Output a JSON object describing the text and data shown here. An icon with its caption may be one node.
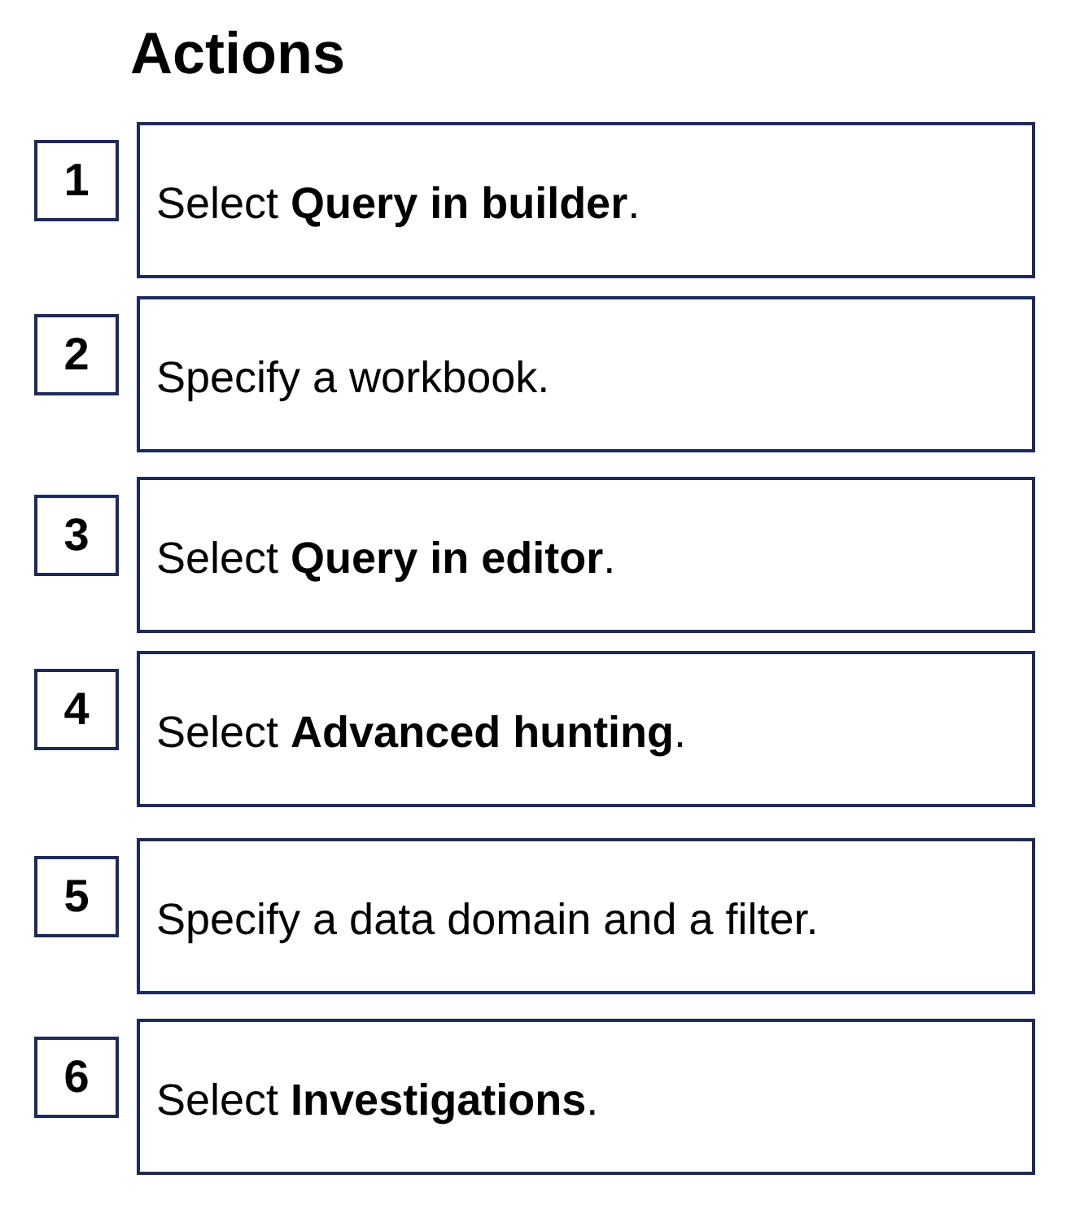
{
  "diagram": {
    "title": "Actions",
    "nodes": [
      {
        "text": [
          "1"
        ]
      },
      {
        "text": [
          "Select **Query in builder**."
        ]
      },
      {
        "text": [
          "2"
        ]
      },
      {
        "text": [
          "Specify a workbook."
        ]
      },
      {
        "text": [
          "3"
        ]
      },
      {
        "text": [
          "Select **Query in editor**."
        ]
      },
      {
        "text": [
          "4"
        ]
      },
      {
        "text": [
          "Select **Advanced hunting**."
        ]
      },
      {
        "text": [
          "5"
        ]
      },
      {
        "text": [
          "Specify a data domain and a filter."
        ]
      },
      {
        "text": [
          "6"
        ]
      },
      {
        "text": [
          "Select **Investigations**."
        ]
      }
    ],
    "edges": []
  }
}
